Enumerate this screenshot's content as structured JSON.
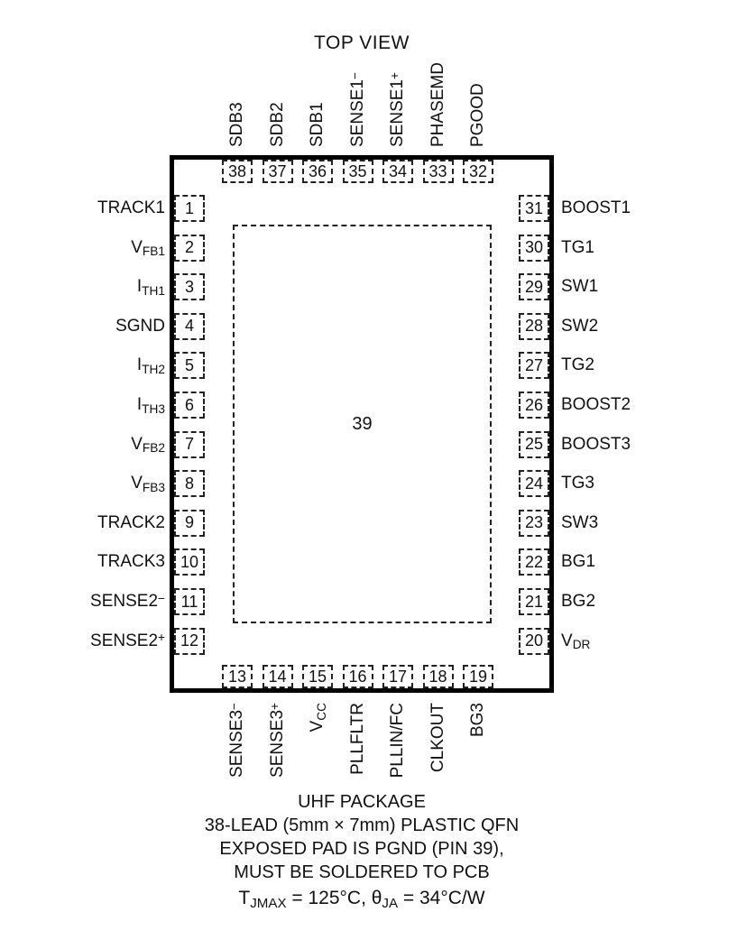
{
  "title": "TOP VIEW",
  "center_pad": {
    "number": "39"
  },
  "pins": {
    "left": [
      {
        "number": "1",
        "main": "TRACK1"
      },
      {
        "number": "2",
        "main": "V",
        "sub": "FB1"
      },
      {
        "number": "3",
        "main": "I",
        "sub": "TH1"
      },
      {
        "number": "4",
        "main": "SGND"
      },
      {
        "number": "5",
        "main": "I",
        "sub": "TH2"
      },
      {
        "number": "6",
        "main": "I",
        "sub": "TH3"
      },
      {
        "number": "7",
        "main": "V",
        "sub": "FB2"
      },
      {
        "number": "8",
        "main": "V",
        "sub": "FB3"
      },
      {
        "number": "9",
        "main": "TRACK2"
      },
      {
        "number": "10",
        "main": "TRACK3"
      },
      {
        "number": "11",
        "main": "SENSE2",
        "sup": "−"
      },
      {
        "number": "12",
        "main": "SENSE2",
        "sup": "+"
      }
    ],
    "right": [
      {
        "number": "31",
        "main": "BOOST1"
      },
      {
        "number": "30",
        "main": "TG1"
      },
      {
        "number": "29",
        "main": "SW1"
      },
      {
        "number": "28",
        "main": "SW2"
      },
      {
        "number": "27",
        "main": "TG2"
      },
      {
        "number": "26",
        "main": "BOOST2"
      },
      {
        "number": "25",
        "main": "BOOST3"
      },
      {
        "number": "24",
        "main": "TG3"
      },
      {
        "number": "23",
        "main": "SW3"
      },
      {
        "number": "22",
        "main": "BG1"
      },
      {
        "number": "21",
        "main": "BG2"
      },
      {
        "number": "20",
        "main": "V",
        "sub": "DR"
      }
    ],
    "top": [
      {
        "number": "38",
        "main": "SDB3"
      },
      {
        "number": "37",
        "main": "SDB2"
      },
      {
        "number": "36",
        "main": "SDB1"
      },
      {
        "number": "35",
        "main": "SENSE1",
        "sup": "−"
      },
      {
        "number": "34",
        "main": "SENSE1",
        "sup": "+"
      },
      {
        "number": "33",
        "main": "PHASEMD"
      },
      {
        "number": "32",
        "main": "PGOOD"
      }
    ],
    "bottom": [
      {
        "number": "13",
        "main": "SENSE3",
        "sup": "−"
      },
      {
        "number": "14",
        "main": "SENSE3",
        "sup": "+"
      },
      {
        "number": "15",
        "main": "V",
        "sub": "CC"
      },
      {
        "number": "16",
        "main": "PLLFLTR"
      },
      {
        "number": "17",
        "main": "PLLIN/FC"
      },
      {
        "number": "18",
        "main": "CLKOUT"
      },
      {
        "number": "19",
        "main": "BG3"
      }
    ]
  },
  "footer": {
    "line1": "UHF PACKAGE",
    "line2": "38-LEAD (5mm × 7mm) PLASTIC QFN",
    "line3": "EXPOSED PAD IS PGND (PIN 39),",
    "line4": "MUST BE SOLDERED TO PCB",
    "thermal": {
      "p1": "T",
      "s1": "JMAX",
      "p2": " = 125°C, θ",
      "s2": "JA",
      "p3": " = 34°C/W"
    }
  }
}
